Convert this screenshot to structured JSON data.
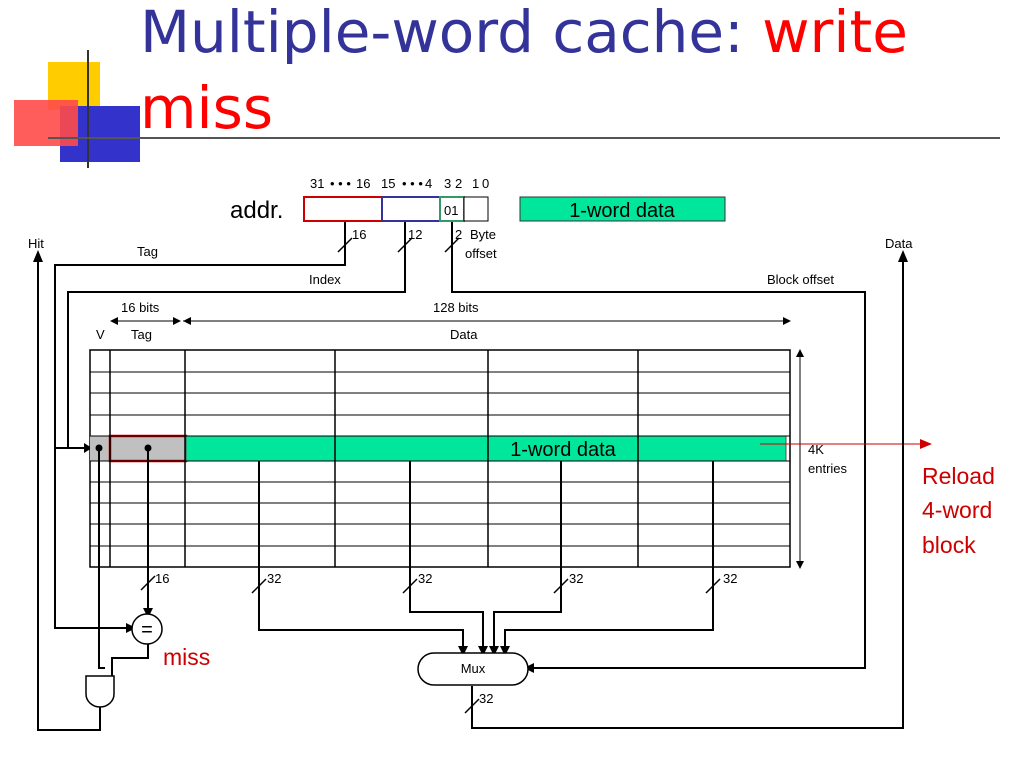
{
  "title": {
    "main": "Multiple-word cache:",
    "highlight_1": "write",
    "highlight_2": "miss"
  },
  "address": {
    "label": "addr.",
    "bit_ranges": [
      "31",
      "16",
      "15",
      "4",
      "3",
      "2",
      "1",
      "0"
    ],
    "block_offset_value": "01",
    "field_widths": [
      "16",
      "12",
      "2"
    ],
    "byte_offset_label_1": "Byte",
    "byte_offset_label_2": "offset"
  },
  "write_data": {
    "label": "1-word data",
    "color": "#00e69a"
  },
  "signals": {
    "hit": "Hit",
    "tag": "Tag",
    "index": "Index",
    "block_offset": "Block offset",
    "data": "Data"
  },
  "cache": {
    "tag_width": "16 bits",
    "data_width": "128 bits",
    "valid_header": "V",
    "tag_header": "Tag",
    "data_header": "Data",
    "selected_row_data": "1-word data",
    "entries_1": "4K",
    "entries_2": "entries",
    "highlight_color": "#00e69a"
  },
  "buses": {
    "tag_bus": "16",
    "word_0": "32",
    "word_1": "32",
    "word_2": "32",
    "word_3": "32",
    "mux_out": "32"
  },
  "comparator": {
    "symbol": "=",
    "result": "miss"
  },
  "mux": {
    "label": "Mux"
  },
  "reload": {
    "line_1": "Reload",
    "line_2": "4-word",
    "line_3": "block"
  }
}
